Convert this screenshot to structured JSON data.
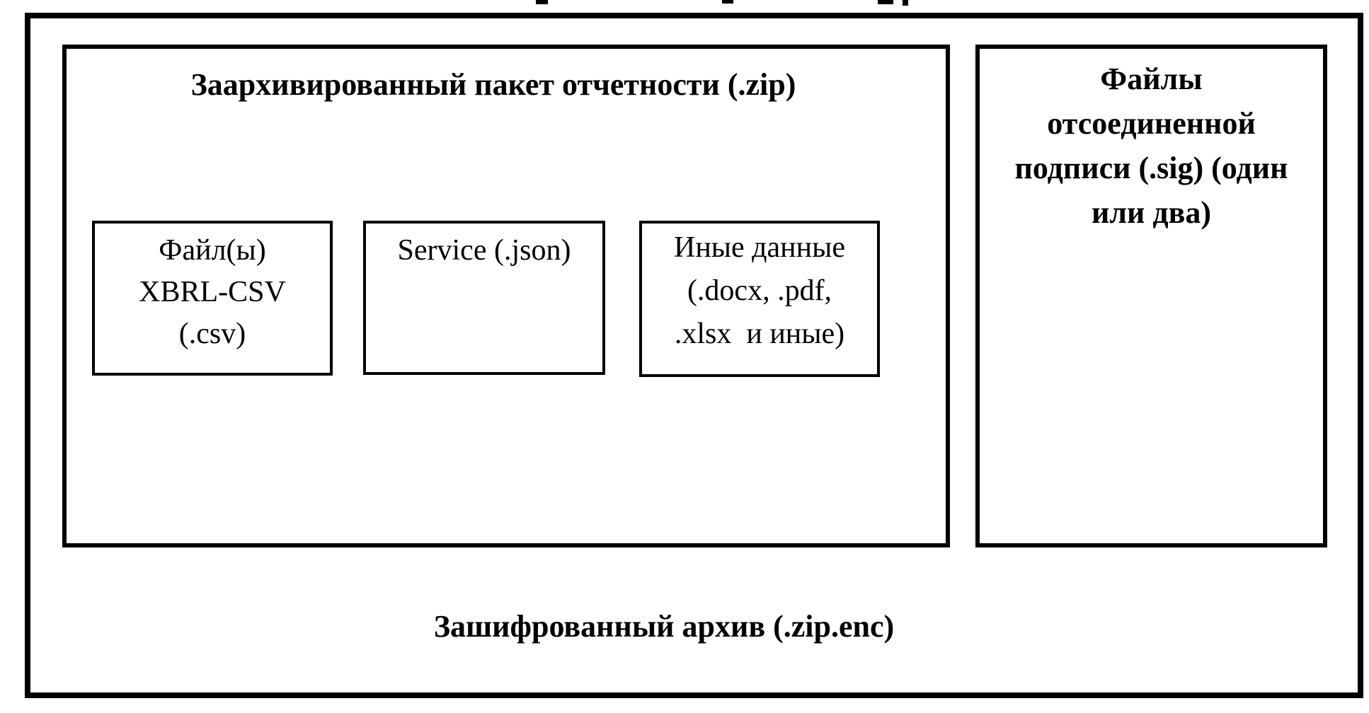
{
  "colors": {
    "line": "#000000",
    "background": "#ffffff"
  },
  "outer_box": {
    "label": "Зашифрованный архив (.zip.enc)"
  },
  "zip_box": {
    "title": "Заархивированный пакет отчетности (.zip)",
    "items": [
      {
        "lines": [
          "Файл(ы)",
          "XBRL-CSV",
          "(.csv)"
        ]
      },
      {
        "lines": [
          "Service (.json)"
        ]
      },
      {
        "lines": [
          "Иные данные",
          "(.docx, .pdf,",
          ".xlsx  и иные)"
        ]
      }
    ]
  },
  "sig_box": {
    "lines": [
      "Файлы",
      "отсоединенной",
      "подписи (.sig) (один",
      "или два)"
    ]
  }
}
